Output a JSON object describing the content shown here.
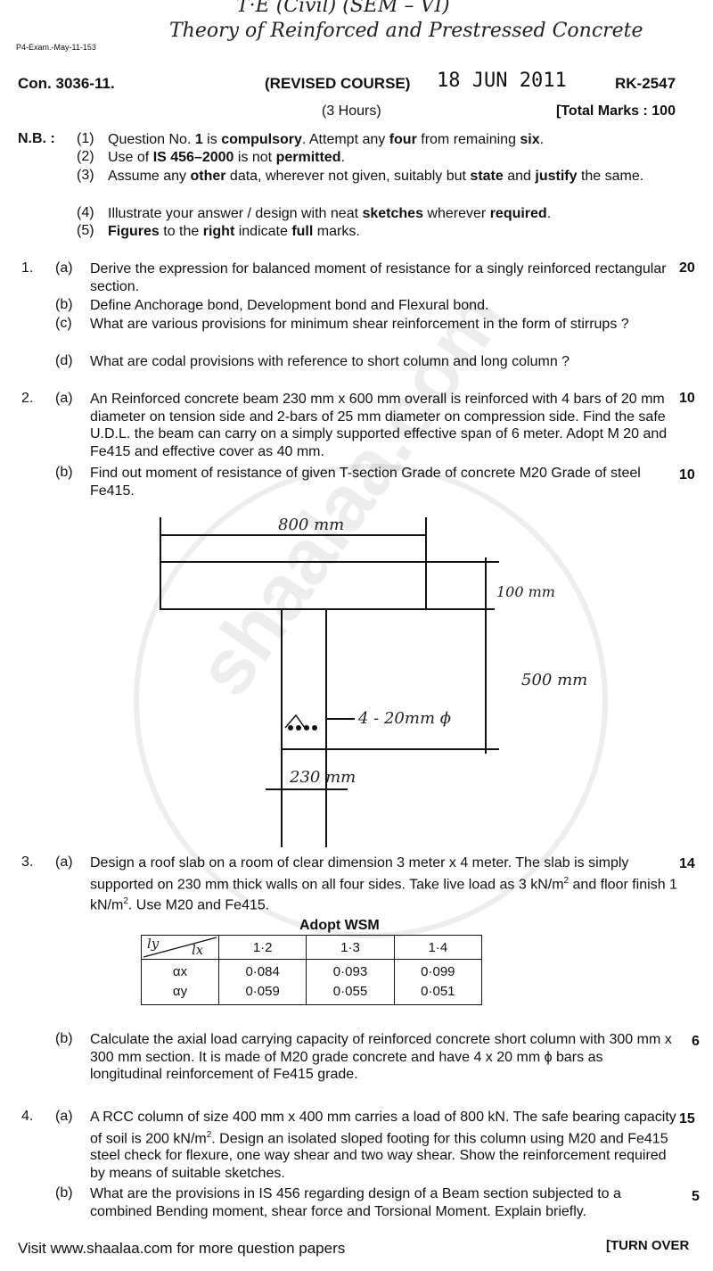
{
  "header": {
    "handwritten_line1": "T·E (Civil) (SEM – VI)",
    "handwritten_line2": "Theory of Reinforced and Prestressed Concrete",
    "small_ref": "P4-Exam.-May-11-153",
    "con_no": "Con. 3036-11.",
    "course": "(REVISED COURSE)",
    "date": "18 JUN 2011",
    "code": "RK-2547",
    "hours": "(3 Hours)",
    "total_marks": "[Total Marks : 100"
  },
  "nb": {
    "label": "N.B. :",
    "items": [
      {
        "num": "(1)",
        "pre": "Question No. ",
        "b1": "1",
        "mid1": " is ",
        "b2": "compulsory",
        "mid2": ". Attempt any ",
        "b3": "four",
        "mid3": " from remaining ",
        "b4": "six",
        "post": "."
      },
      {
        "num": "(2)",
        "pre": "Use of ",
        "b1": "IS 456–2000",
        "mid1": " is not ",
        "b2": "permitted",
        "post": "."
      },
      {
        "num": "(3)",
        "pre": "Assume any ",
        "b1": "other",
        "mid1": " data, wherever not given, suitably but ",
        "b2": "state",
        "mid2": " and ",
        "b3": "justify",
        "post": " the same."
      },
      {
        "num": "(4)",
        "pre": "Illustrate your answer / design with neat ",
        "b1": "sketches",
        "mid1": " wherever ",
        "b2": "required",
        "post": "."
      },
      {
        "num": "(5)",
        "b0": "Figures",
        "pre": " to the ",
        "b1": "right",
        "mid1": " indicate ",
        "b2": "full",
        "post": " marks."
      }
    ]
  },
  "q1": {
    "num": "1.",
    "marks": "20",
    "a": {
      "label": "(a)",
      "text": "Derive the expression for balanced moment of resistance for a singly reinforced rectangular section."
    },
    "b": {
      "label": "(b)",
      "text": "Define Anchorage bond, Development bond and Flexural bond."
    },
    "c": {
      "label": "(c)",
      "text": "What are various provisions for minimum shear reinforcement in the form of stirrups ?"
    },
    "d": {
      "label": "(d)",
      "text": "What are codal provisions with reference to short column and long column ?"
    }
  },
  "q2": {
    "num": "2.",
    "a": {
      "label": "(a)",
      "marks": "10",
      "text": "An Reinforced concrete beam 230 mm x 600 mm overall is reinforced with 4 bars of 20 mm diameter on tension side and 2-bars of 25 mm diameter on compression side. Find the safe U.D.L. the beam can carry on a simply supported effective span of 6 meter. Adopt M 20 and Fe415 and effective cover as 40 mm."
    },
    "b": {
      "label": "(b)",
      "marks": "10",
      "text": "Find out moment of resistance of given T-section Grade of concrete M20 Grade of steel Fe415."
    },
    "fig": {
      "flange_width": "800 mm",
      "flange_depth": "100 mm",
      "depth": "500 mm",
      "bars": "4 - 20mm ϕ",
      "web_width": "230 mm"
    }
  },
  "q3": {
    "num": "3.",
    "a": {
      "label": "(a)",
      "marks": "14",
      "text_pre": "Design a roof slab on a room of clear dimension 3 meter x 4 meter. The slab is simply supported on 230 mm thick walls on all four sides. Take live load as 3 kN/m",
      "sup1": "2",
      "text_mid": " and floor finish 1 kN/m",
      "sup2": "2",
      "text_post": ". Use M20 and Fe415."
    },
    "table": {
      "title": "Adopt WSM",
      "corner_ly": "ly",
      "corner_lx": "lx",
      "cols": [
        "1·2",
        "1·3",
        "1·4"
      ],
      "row_labels": [
        "αx",
        "αy"
      ],
      "rows": [
        [
          "0·084",
          "0·093",
          "0·099"
        ],
        [
          "0·059",
          "0·055",
          "0·051"
        ]
      ]
    },
    "b": {
      "label": "(b)",
      "marks": "6",
      "text": "Calculate the axial load carrying capacity of reinforced concrete short column with 300 mm x 300 mm section. It is made of M20 grade concrete and have 4 x 20 mm ϕ bars as longitudinal reinforcement of Fe415 grade."
    }
  },
  "q4": {
    "num": "4.",
    "a": {
      "label": "(a)",
      "marks": "15",
      "text_pre": "A RCC column of size 400 mm x 400 mm carries a load of 800 kN. The safe bearing capacity of soil is 200 kN/m",
      "sup": "2",
      "text_post": ". Design an isolated sloped footing for this column using M20 and Fe415 steel check for flexure, one way shear and two way shear. Show the reinforcement required by means of suitable sketches."
    },
    "b": {
      "label": "(b)",
      "marks": "5",
      "text": "What are the provisions in IS 456 regarding design of a Beam section subjected to a combined Bending moment, shear force and Torsional Moment. Explain briefly."
    }
  },
  "footer": {
    "visit": "Visit www.shaalaa.com for more question papers",
    "turn_over": "[TURN OVER"
  },
  "watermark": "shaalaa.com"
}
